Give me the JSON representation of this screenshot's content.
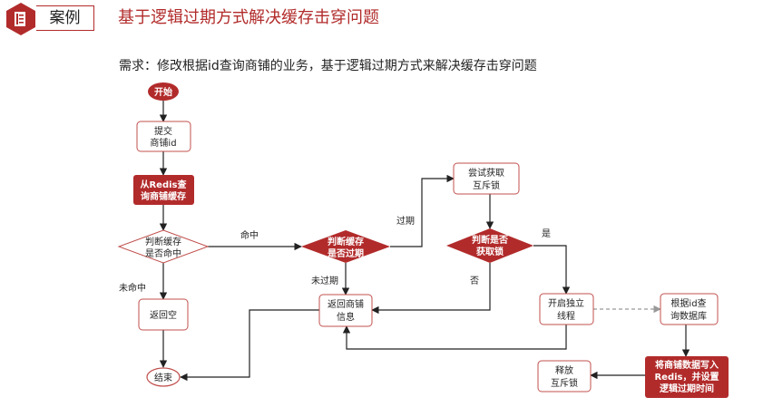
{
  "header": {
    "tag": "案例",
    "title": "基于逻辑过期方式解决缓存击穿问题"
  },
  "requirement": "需求：修改根据id查询商铺的业务，基于逻辑过期方式来解决缓存击穿问题",
  "colors": {
    "accent": "#b22b2b",
    "box_border": "#c0504d",
    "line": "#222222",
    "dashed": "#999999"
  },
  "nodes": {
    "start": "开始",
    "submit": [
      "提交",
      "商铺id"
    ],
    "query_redis": [
      "从Redis查",
      "询商铺缓存"
    ],
    "check_hit": [
      "判断缓存",
      "是否命中"
    ],
    "return_empty": "返回空",
    "end": "结束",
    "check_expired": [
      "判断缓存",
      "是否过期"
    ],
    "return_shop": [
      "返回商铺",
      "信息"
    ],
    "try_lock": [
      "尝试获取",
      "互斥锁"
    ],
    "check_lock": [
      "判断是否",
      "获取锁"
    ],
    "new_thread": [
      "开启独立",
      "线程"
    ],
    "query_db": [
      "根据id查",
      "询数据库"
    ],
    "write_redis": [
      "将商铺数据写入",
      "Redis，并设置",
      "逻辑过期时间"
    ],
    "release_lock": [
      "释放",
      "互斥锁"
    ]
  },
  "edge_labels": {
    "hit": "命中",
    "miss": "未命中",
    "expired": "过期",
    "not_expired": "未过期",
    "yes": "是",
    "no": "否"
  }
}
